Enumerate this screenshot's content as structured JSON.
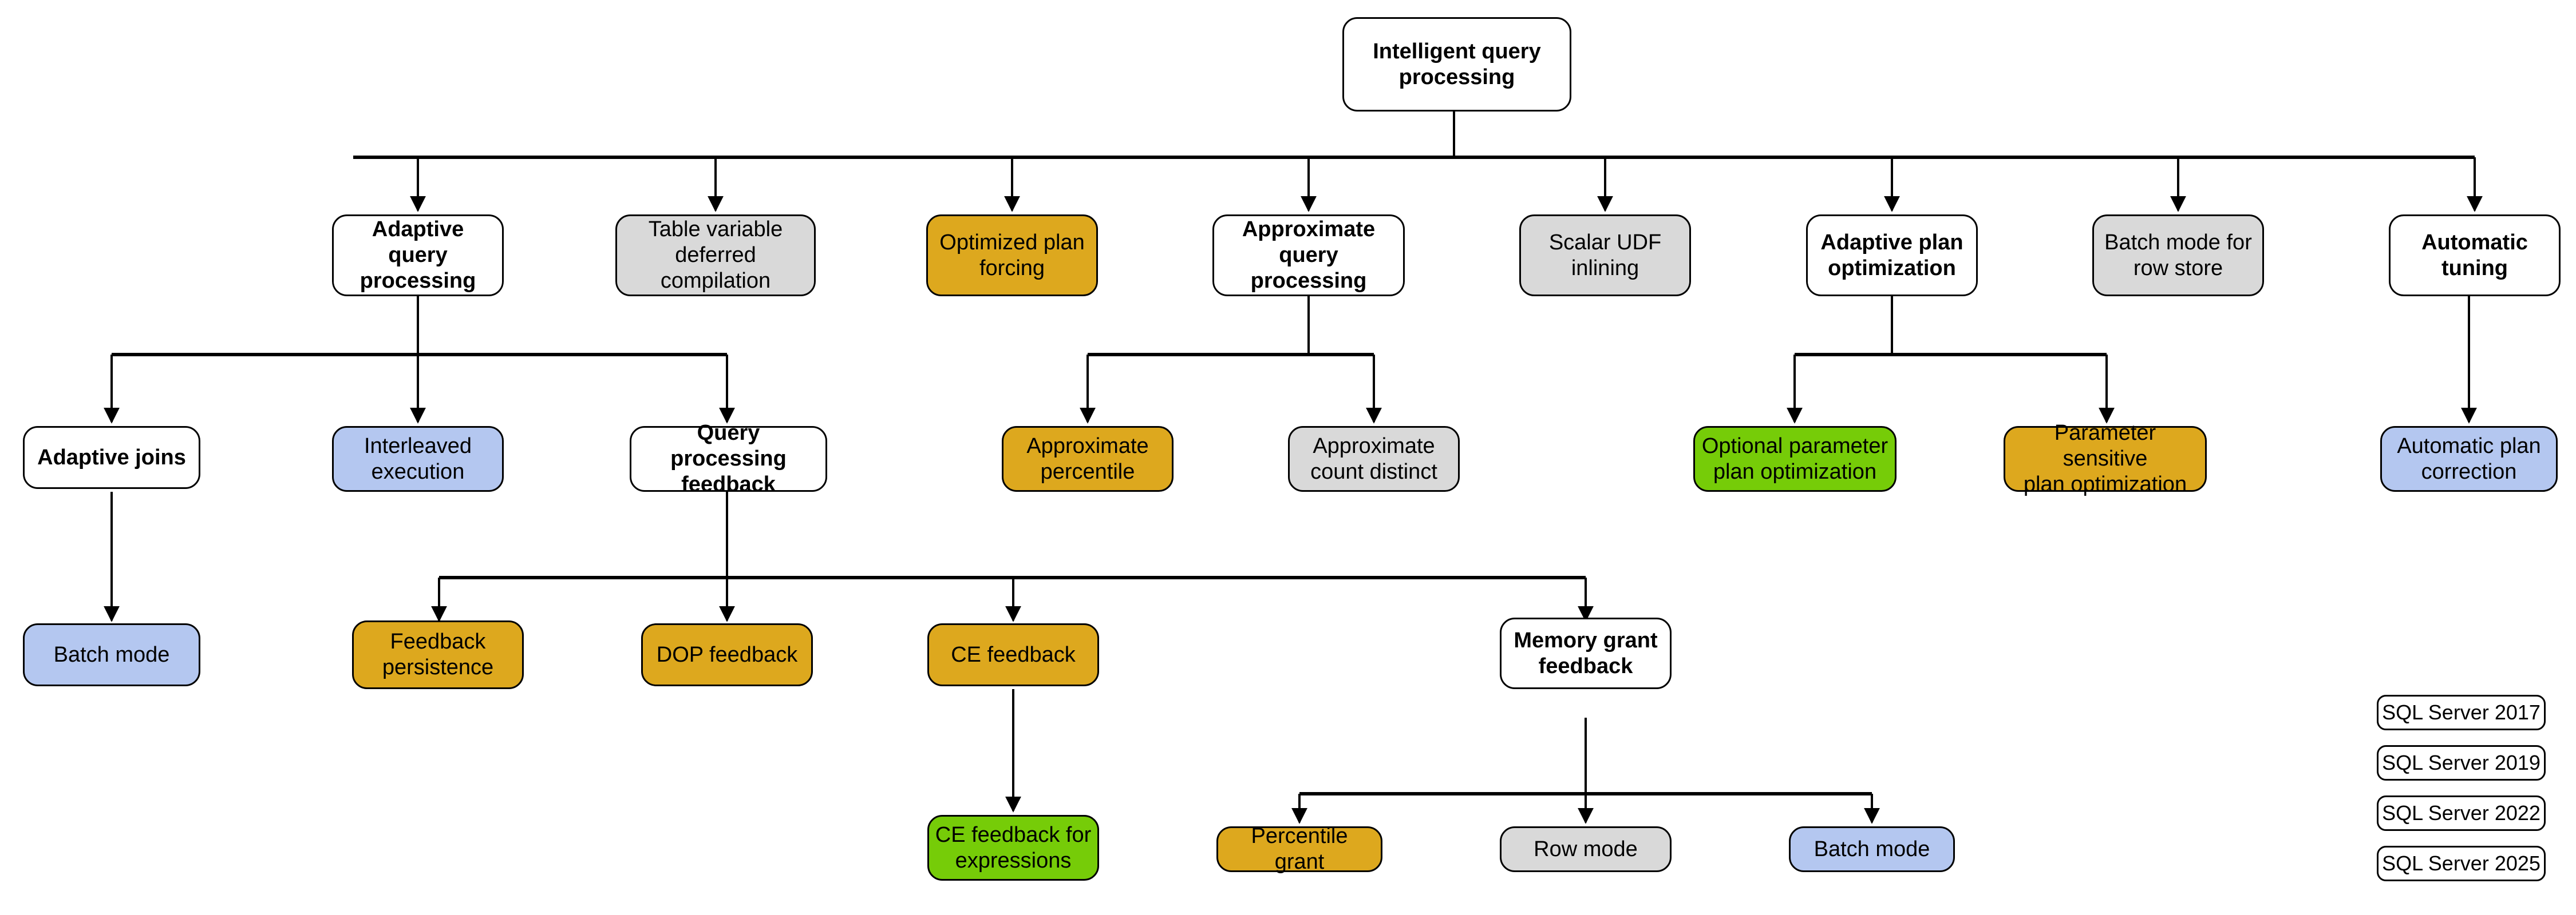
{
  "diagram": {
    "title": "Intelligent query processing",
    "root": {
      "id": "root",
      "label": "Intelligent query\nprocessing",
      "color_key": "white",
      "bold": true
    },
    "nodes": [
      {
        "id": "adaptive-query-processing",
        "label": "Adaptive query\nprocessing",
        "color_key": "white",
        "bold": true,
        "level": 2
      },
      {
        "id": "table-variable-deferred",
        "label": "Table variable\ndeferred compilation",
        "color_key": "gray",
        "bold": false,
        "level": 2
      },
      {
        "id": "optimized-plan-forcing",
        "label": "Optimized plan\nforcing",
        "color_key": "orange",
        "bold": false,
        "level": 2
      },
      {
        "id": "approximate-query-processing",
        "label": "Approximate\nquery processing",
        "color_key": "white",
        "bold": true,
        "level": 2
      },
      {
        "id": "scalar-udf-inlining",
        "label": "Scalar UDF\ninlining",
        "color_key": "gray",
        "bold": false,
        "level": 2
      },
      {
        "id": "adaptive-plan-optimization",
        "label": "Adaptive plan\noptimization",
        "color_key": "white",
        "bold": true,
        "level": 2
      },
      {
        "id": "batch-mode-for-row-store",
        "label": "Batch mode for\nrow store",
        "color_key": "gray",
        "bold": false,
        "level": 2
      },
      {
        "id": "automatic-tuning",
        "label": "Automatic\ntuning",
        "color_key": "white",
        "bold": true,
        "level": 2
      },
      {
        "id": "adaptive-joins",
        "label": "Adaptive joins",
        "color_key": "white",
        "bold": true,
        "level": 3
      },
      {
        "id": "interleaved-execution",
        "label": "Interleaved\nexecution",
        "color_key": "blue",
        "bold": false,
        "level": 3
      },
      {
        "id": "query-processing-feedback",
        "label": "Query processing\nfeedback",
        "color_key": "white",
        "bold": true,
        "level": 3
      },
      {
        "id": "approximate-percentile",
        "label": "Approximate\npercentile",
        "color_key": "orange",
        "bold": false,
        "level": 3
      },
      {
        "id": "approximate-count-distinct",
        "label": "Approximate\ncount distinct",
        "color_key": "gray",
        "bold": false,
        "level": 3
      },
      {
        "id": "optional-parameter-plan-optimization",
        "label": "Optional parameter\nplan optimization",
        "color_key": "green",
        "bold": false,
        "level": 3
      },
      {
        "id": "parameter-sensitive-plan-optimization",
        "label": "Parameter sensitive\nplan optimization",
        "color_key": "orange",
        "bold": false,
        "level": 3
      },
      {
        "id": "automatic-plan-correction",
        "label": "Automatic plan\ncorrection",
        "color_key": "blue",
        "bold": false,
        "level": 3
      },
      {
        "id": "batch-mode",
        "label": "Batch mode",
        "color_key": "blue",
        "bold": false,
        "level": 4
      },
      {
        "id": "feedback-persistence",
        "label": "Feedback\npersistence",
        "color_key": "orange",
        "bold": false,
        "level": 4
      },
      {
        "id": "dop-feedback",
        "label": "DOP feedback",
        "color_key": "orange",
        "bold": false,
        "level": 4
      },
      {
        "id": "ce-feedback",
        "label": "CE feedback",
        "color_key": "orange",
        "bold": false,
        "level": 4
      },
      {
        "id": "memory-grant-feedback",
        "label": "Memory grant\nfeedback",
        "color_key": "white",
        "bold": true,
        "level": 4
      },
      {
        "id": "ce-feedback-for-expressions",
        "label": "CE feedback for\nexpressions",
        "color_key": "green",
        "bold": false,
        "level": 5
      },
      {
        "id": "percentile-grant",
        "label": "Percentile grant",
        "color_key": "orange",
        "bold": false,
        "level": 5
      },
      {
        "id": "row-mode",
        "label": "Row mode",
        "color_key": "gray",
        "bold": false,
        "level": 5
      },
      {
        "id": "batch-mode-mgf",
        "label": "Batch mode",
        "color_key": "blue",
        "bold": false,
        "level": 5
      }
    ],
    "edges": [
      {
        "from": "root",
        "to": "adaptive-query-processing"
      },
      {
        "from": "root",
        "to": "table-variable-deferred"
      },
      {
        "from": "root",
        "to": "optimized-plan-forcing"
      },
      {
        "from": "root",
        "to": "approximate-query-processing"
      },
      {
        "from": "root",
        "to": "scalar-udf-inlining"
      },
      {
        "from": "root",
        "to": "adaptive-plan-optimization"
      },
      {
        "from": "root",
        "to": "batch-mode-for-row-store"
      },
      {
        "from": "root",
        "to": "automatic-tuning"
      },
      {
        "from": "adaptive-query-processing",
        "to": "adaptive-joins"
      },
      {
        "from": "adaptive-query-processing",
        "to": "interleaved-execution"
      },
      {
        "from": "adaptive-query-processing",
        "to": "query-processing-feedback"
      },
      {
        "from": "approximate-query-processing",
        "to": "approximate-percentile"
      },
      {
        "from": "approximate-query-processing",
        "to": "approximate-count-distinct"
      },
      {
        "from": "adaptive-plan-optimization",
        "to": "optional-parameter-plan-optimization"
      },
      {
        "from": "adaptive-plan-optimization",
        "to": "parameter-sensitive-plan-optimization"
      },
      {
        "from": "automatic-tuning",
        "to": "automatic-plan-correction"
      },
      {
        "from": "adaptive-joins",
        "to": "batch-mode"
      },
      {
        "from": "query-processing-feedback",
        "to": "feedback-persistence"
      },
      {
        "from": "query-processing-feedback",
        "to": "dop-feedback"
      },
      {
        "from": "query-processing-feedback",
        "to": "ce-feedback"
      },
      {
        "from": "query-processing-feedback",
        "to": "memory-grant-feedback"
      },
      {
        "from": "ce-feedback",
        "to": "ce-feedback-for-expressions"
      },
      {
        "from": "memory-grant-feedback",
        "to": "percentile-grant"
      },
      {
        "from": "memory-grant-feedback",
        "to": "row-mode"
      },
      {
        "from": "memory-grant-feedback",
        "to": "batch-mode-mgf"
      }
    ]
  },
  "legend": {
    "items": [
      {
        "id": "legend-sql-server-2017",
        "label": "SQL Server 2017",
        "color_key": "blue"
      },
      {
        "id": "legend-sql-server-2019",
        "label": "SQL Server 2019",
        "color_key": "gray"
      },
      {
        "id": "legend-sql-server-2022",
        "label": "SQL Server 2022",
        "color_key": "orange"
      },
      {
        "id": "legend-sql-server-2025",
        "label": "SQL Server 2025",
        "color_key": "green"
      }
    ]
  },
  "colors": {
    "white": "#ffffff",
    "gray": "#d9d9d9",
    "orange": "#dda81e",
    "blue": "#b4c7f0",
    "green": "#76cc08",
    "stroke": "#000000",
    "text": "#000000",
    "background": "#ffffff"
  }
}
